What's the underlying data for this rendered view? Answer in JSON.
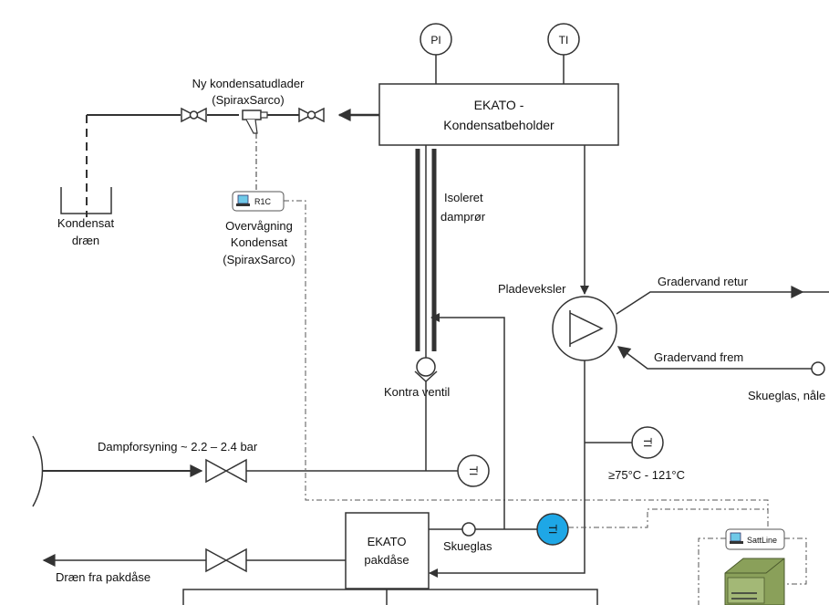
{
  "instruments": {
    "pi": "PI",
    "ti": "TI",
    "ti_right": "TI",
    "ti_supply": "TI",
    "ti_blue": "TI"
  },
  "vessel": {
    "line1": "EKATO -",
    "line2": "Kondensatbeholder"
  },
  "trap": {
    "line1": "Ny kondensatudlader",
    "line2": "(SpiraxSarco)"
  },
  "drain": {
    "line1": "Kondensat",
    "line2": "dræn"
  },
  "monitor": {
    "tag": "R1C",
    "line1": "Overvågning",
    "line2": "Kondensat",
    "line3": "(SpiraxSarco)"
  },
  "pipe": {
    "line1": "Isoleret",
    "line2": "damprør"
  },
  "hx": {
    "label": "Pladeveksler",
    "return": "Gradervand retur",
    "supply": "Gradervand frem",
    "sightglass": "Skueglas, nåle"
  },
  "check_valve": {
    "label": "Kontra ventil"
  },
  "steam": {
    "label": "Dampforsyning ~ 2.2 – 2.4 bar"
  },
  "temp_range": "≥75°C - 121°C",
  "pakdase": {
    "line1": "EKATO",
    "line2": "pakdåse"
  },
  "skueglas": "Skueglas",
  "drain_out": "Dræn fra pakdåse",
  "sattline": "SattLine",
  "colors": {
    "line": "#333333",
    "instrument_blue": "#1ea7e6",
    "server_green": "#8aa05a"
  }
}
